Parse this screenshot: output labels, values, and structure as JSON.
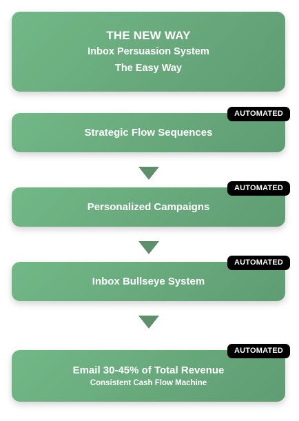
{
  "header": {
    "title": "THE NEW WAY",
    "line1": "Inbox Persuasion System",
    "line2": "The Easy Way"
  },
  "steps": [
    {
      "label": "Strategic Flow Sequences",
      "badge": "AUTOMATED"
    },
    {
      "label": "Personalized Campaigns",
      "badge": "AUTOMATED"
    },
    {
      "label": "Inbox Bullseye System",
      "badge": "AUTOMATED"
    }
  ],
  "final": {
    "title": "Email 30-45% of Total Revenue",
    "subtitle": "Consistent Cash Flow Machine",
    "badge": "AUTOMATED"
  },
  "colors": {
    "card_gradient_start": "#72b887",
    "card_gradient_end": "#5f9c72",
    "arrow": "#5d8f6b",
    "badge_bg": "#000000",
    "text": "#ffffff"
  },
  "icons": {
    "connector": "down-triangle-arrow"
  }
}
